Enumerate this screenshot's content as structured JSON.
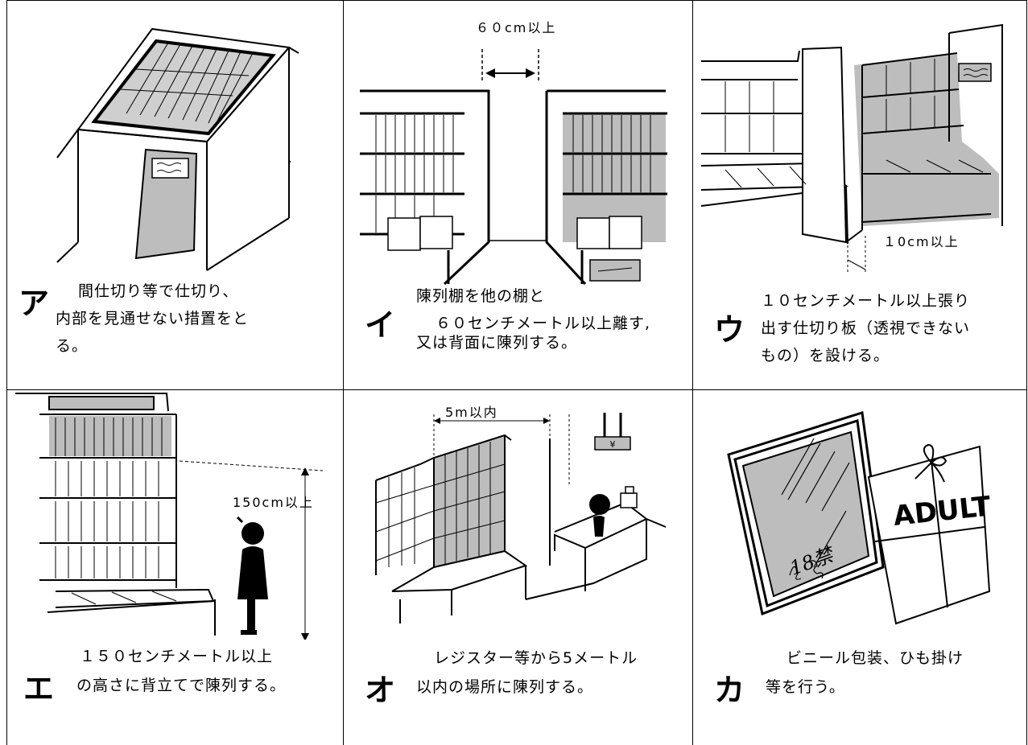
{
  "panels": [
    {
      "letter": "ア",
      "caption": [
        "間仕切り等で仕切り、",
        "内部を見通せない措置をと",
        "る。"
      ]
    },
    {
      "letter": "イ",
      "caption": [
        "陳列棚を他の棚と",
        "６０センチメートル以上離す,",
        "又は背面に陳列する。"
      ],
      "dimension_label": "６０cm以上"
    },
    {
      "letter": "ウ",
      "caption": [
        "１０センチメートル以上張り",
        "出す仕切り板（透視できない",
        "もの）を設ける。"
      ],
      "dimension_label": "１0cm以上"
    },
    {
      "letter": "エ",
      "caption": [
        "１５０センチメートル以上",
        "の高さに背立てで陳列する。"
      ],
      "dimension_label": "150cm以上"
    },
    {
      "letter": "オ",
      "caption": [
        "レジスター等から5メートル",
        "以内の場所に陳列する。"
      ],
      "dimension_label": "5m以内",
      "sign_text": "¥"
    },
    {
      "letter": "カ",
      "caption": [
        "ビニール包装、ひも掛け",
        "等を行う。"
      ],
      "package_text": "ADULT",
      "book_text": "18禁"
    }
  ],
  "colors": {
    "ink": "#000000",
    "shade": "#bdbdbd",
    "paper": "#ffffff"
  }
}
